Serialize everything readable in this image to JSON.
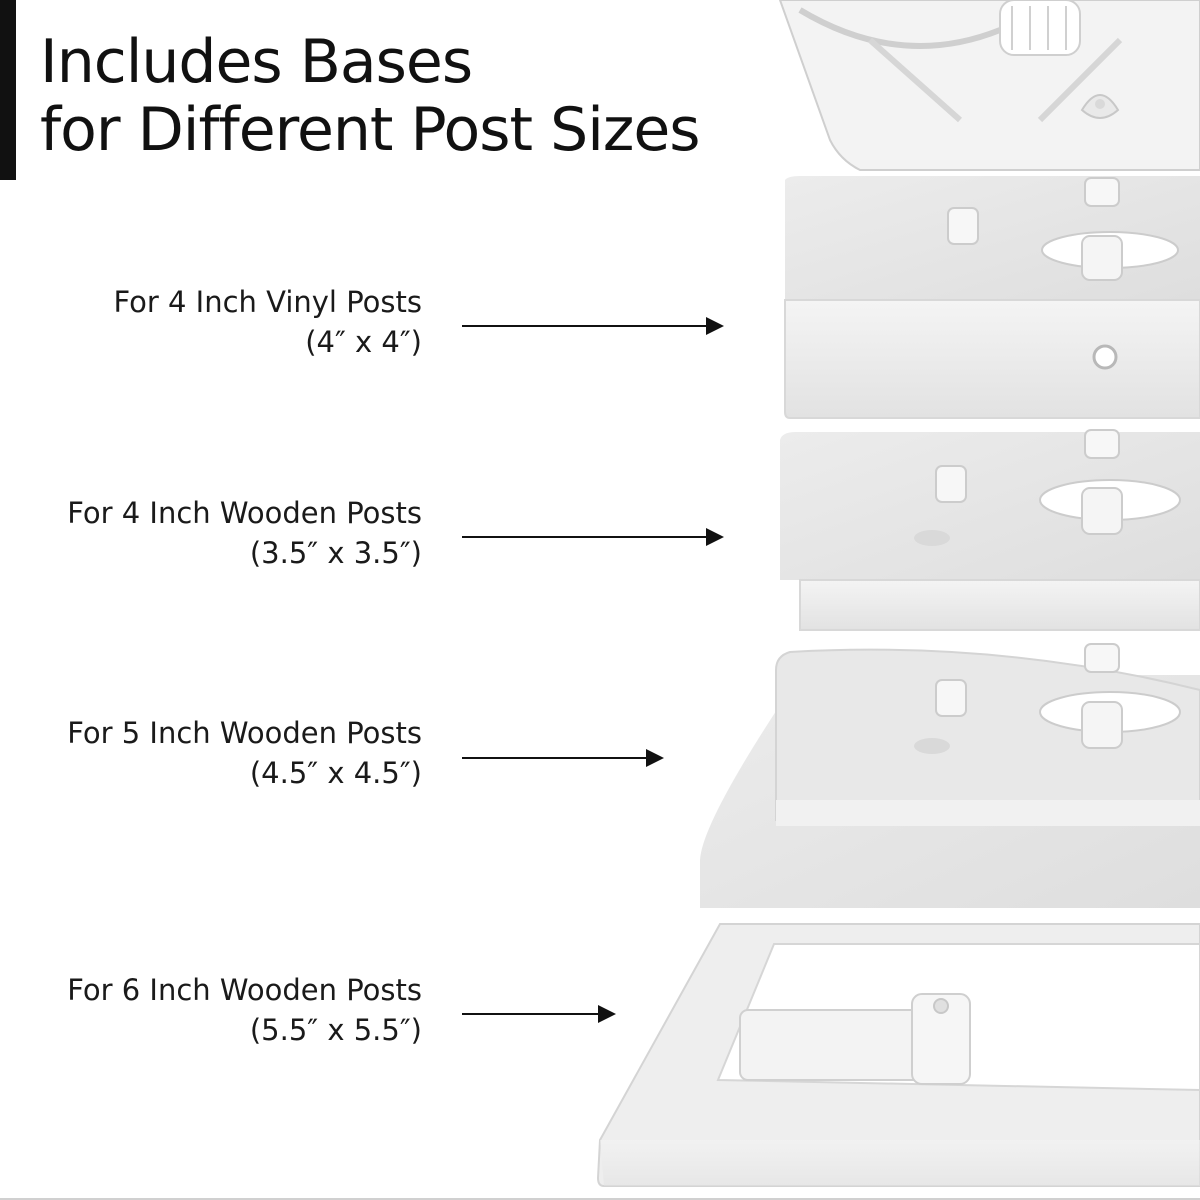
{
  "headline": {
    "line1": "Includes Bases",
    "line2": "for Different Post Sizes"
  },
  "bases": [
    {
      "title": "For 4 Inch Vinyl Posts",
      "size": "(4″ x 4″)"
    },
    {
      "title": "For 4 Inch Wooden Posts",
      "size": "(3.5″ x 3.5″)"
    },
    {
      "title": "For 5 Inch Wooden Posts",
      "size": "(4.5″ x 4.5″)"
    },
    {
      "title": "For 6 Inch Wooden Posts",
      "size": "(5.5″ x 5.5″)"
    }
  ],
  "colors": {
    "text": "#111111",
    "product": "#f2f2f2",
    "accent": "#111111"
  }
}
